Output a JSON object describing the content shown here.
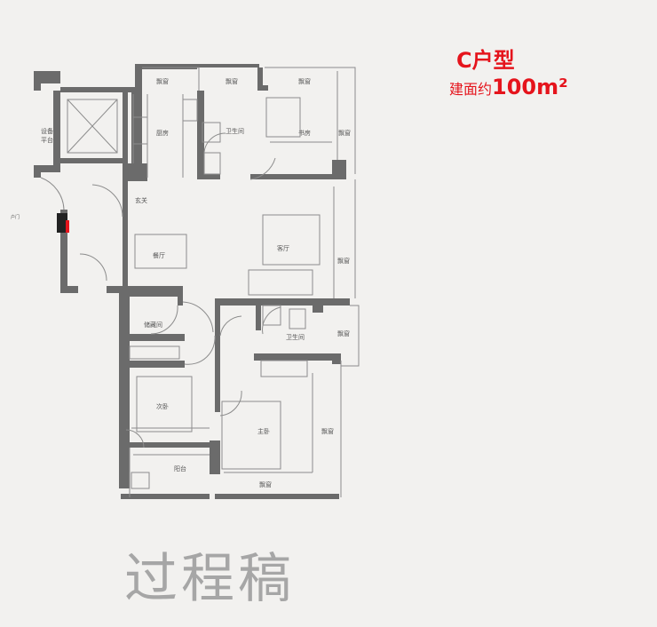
{
  "header": {
    "unit_type": "C户型",
    "area_prefix": "建面约",
    "area_value": "100m²"
  },
  "watermark": "过程稿",
  "colors": {
    "accent": "#e5141c",
    "wall": "#6b6b6b",
    "line": "#8c8c8c",
    "background": "#f2f1ef"
  },
  "rooms": {
    "piaochuang_kitchen": "飘窗",
    "piaochuang_bath": "飘窗",
    "piaochuang_study": "飘窗",
    "kitchen": "厨房",
    "bath1": "卫生间",
    "study": "书房",
    "piaochuang_study_side": "飘窗",
    "equip_platform_1": "设备",
    "equip_platform_2": "平台",
    "entrance": "玄关",
    "dining": "餐厅",
    "living": "客厅",
    "piaochuang_living": "飘窗",
    "storage": "储藏间",
    "bath2": "卫生间",
    "piaochuang_bath2": "飘窗",
    "bedroom2": "次卧",
    "master": "主卧",
    "piaochuang_master_side": "飘窗",
    "balcony": "阳台",
    "piaochuang_master_bottom": "飘窗",
    "door_note": "户门"
  }
}
